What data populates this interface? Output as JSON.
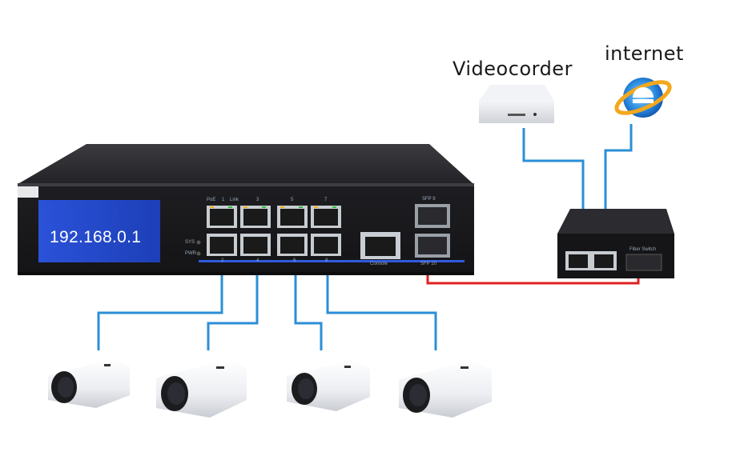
{
  "labels": {
    "videocorder": "Videocorder",
    "internet": "internet",
    "ip_address": "192.168.0.1"
  },
  "switch_panel": {
    "poe": "PoE",
    "port1": "1",
    "link": "Link",
    "port3": "3",
    "port5": "5",
    "port7": "7",
    "port2": "2",
    "port4": "4",
    "port6": "6",
    "port8": "8",
    "sys": "SYS",
    "pwr": "PWR",
    "console": "Console",
    "sfp9": "SFP 9",
    "sfp10": "SFP 10"
  },
  "converter": {
    "fiber_label": "Fiber Switch"
  },
  "colors": {
    "blue_cable": "#2b8fd6",
    "red_cable": "#e02020",
    "switch_body": "#2c2c30",
    "ip_panel": "#2a4fd0"
  }
}
